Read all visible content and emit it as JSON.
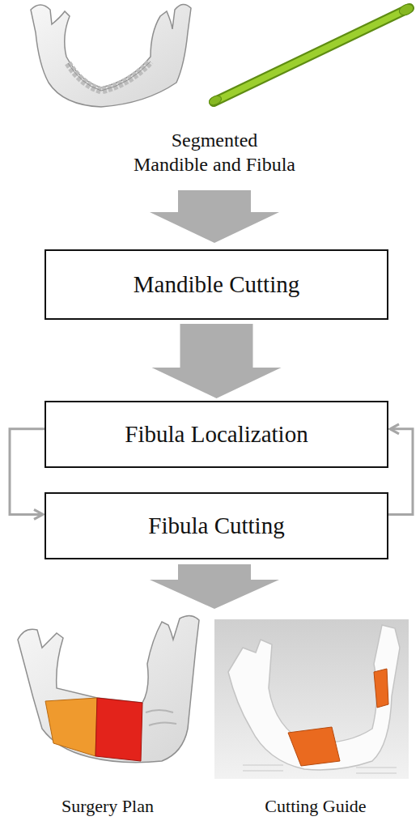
{
  "diagram": {
    "nodes": [
      {
        "text": [
          "Mandible Cutting"
        ]
      },
      {
        "text": [
          "Fibula Localization"
        ]
      },
      {
        "text": [
          "Fibula Cutting"
        ]
      }
    ],
    "edges": [
      {
        "from": 0,
        "to": 1,
        "arrow": "to"
      },
      {
        "from": 1,
        "to": 2,
        "arrow": "to"
      },
      {
        "from": 2,
        "to": 1,
        "arrow": "to"
      }
    ],
    "labels": [
      "Segmented Mandible and Fibula",
      "Surgery Plan",
      "Cutting Guide"
    ]
  }
}
